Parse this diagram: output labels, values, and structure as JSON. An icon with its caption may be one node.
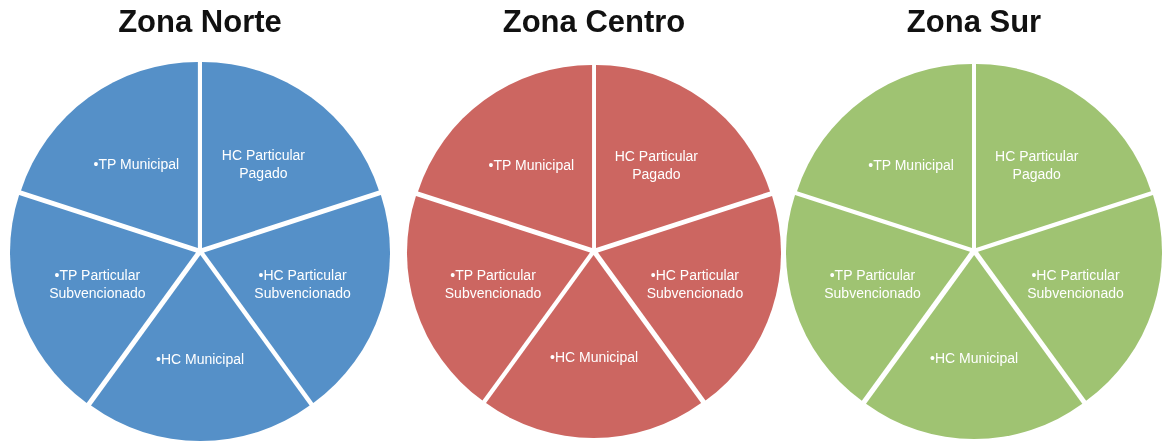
{
  "diagram": {
    "nodes": [
      {
        "text": [
          "Zona Norte"
        ]
      },
      {
        "text": [
          "•TP Municipal"
        ],
        "in": 0
      },
      {
        "text": [
          "HC Particular Pagado"
        ],
        "in": 0
      },
      {
        "text": [
          "•TP Particular Subvencionado"
        ],
        "in": 0
      },
      {
        "text": [
          "•HC Particular Subvencionado"
        ],
        "in": 0
      },
      {
        "text": [
          "•HC Municipal"
        ],
        "in": 0
      },
      {
        "text": [
          "Zona Centro"
        ]
      },
      {
        "text": [
          "•TP Municipal"
        ],
        "in": 6
      },
      {
        "text": [
          "HC Particular Pagado"
        ],
        "in": 6
      },
      {
        "text": [
          "•TP Particular Subvencionado"
        ],
        "in": 6
      },
      {
        "text": [
          "•HC Particular Subvencionado"
        ],
        "in": 6
      },
      {
        "text": [
          "•HC Municipal"
        ],
        "in": 6
      },
      {
        "text": [
          "Zona Sur"
        ]
      },
      {
        "text": [
          "•TP Municipal"
        ],
        "in": 12
      },
      {
        "text": [
          "HC Particular Pagado"
        ],
        "in": 12
      },
      {
        "text": [
          "•TP Particular Subvencionado"
        ],
        "in": 12
      },
      {
        "text": [
          "•HC Particular Subvencionado"
        ],
        "in": 12
      },
      {
        "text": [
          "•HC Municipal"
        ],
        "in": 12
      }
    ]
  }
}
